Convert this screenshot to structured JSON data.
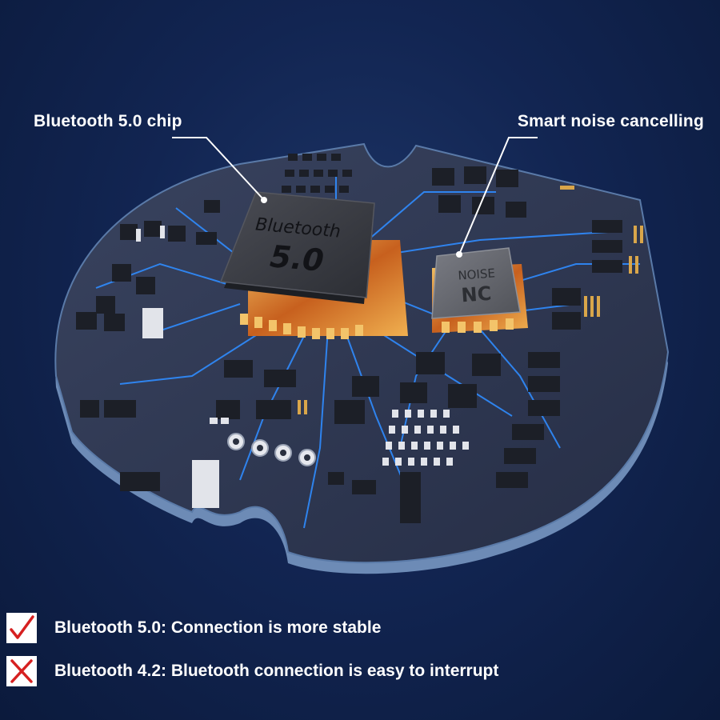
{
  "callouts": {
    "bluetooth_chip": "Bluetooth 5.0 chip",
    "noise_cancelling": "Smart noise cancelling"
  },
  "chips": {
    "bluetooth_line1": "Bluetooth",
    "bluetooth_line2": "5.0",
    "noise_line1": "NOISE",
    "noise_line2": "NC"
  },
  "comparison": [
    {
      "icon": "check-icon",
      "text": "Bluetooth 5.0: Connection is more stable"
    },
    {
      "icon": "cross-icon",
      "text": "Bluetooth 4.2: Bluetooth connection is easy to interrupt"
    }
  ],
  "colors": {
    "background": "#122552",
    "board": "#2c3650",
    "board_edge": "#5e7ca8",
    "trace": "#2f8cff",
    "chip": "#3b3d44",
    "gold": "#d9a64a",
    "check": "#d62020",
    "cross": "#d62020"
  }
}
